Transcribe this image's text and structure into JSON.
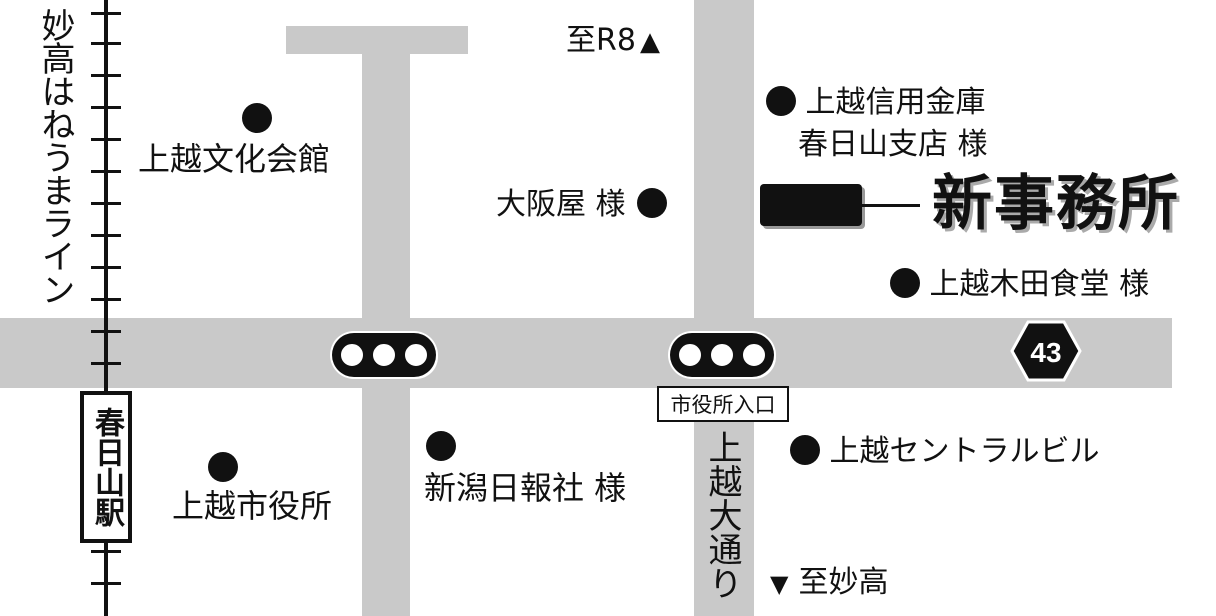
{
  "rail_line": {
    "name": "妙高はねうまライン"
  },
  "station": {
    "name": "春日山駅"
  },
  "directions": {
    "north": "至R8",
    "south": "至妙高",
    "north_arrow": "▲",
    "south_arrow": "▼"
  },
  "street": {
    "name": "上越大通り"
  },
  "intersection": {
    "name": "市役所入口"
  },
  "route_badge": {
    "number": "43"
  },
  "new_office": {
    "name": "新事務所"
  },
  "landmarks": {
    "bunka_kaikan": "上越文化会館",
    "osakaya": "大阪屋 様",
    "shinkin_line1": "上越信用金庫",
    "shinkin_line2": "春日山支店 様",
    "kida_shokudo": "上越木田食堂 様",
    "shiyakusho": "上越市役所",
    "niigata_nippo": "新潟日報社 様",
    "central_bldg": "上越セントラルビル"
  },
  "colors": {
    "road": "#c9c9c9",
    "ink": "#111111",
    "background": "#ffffff"
  }
}
